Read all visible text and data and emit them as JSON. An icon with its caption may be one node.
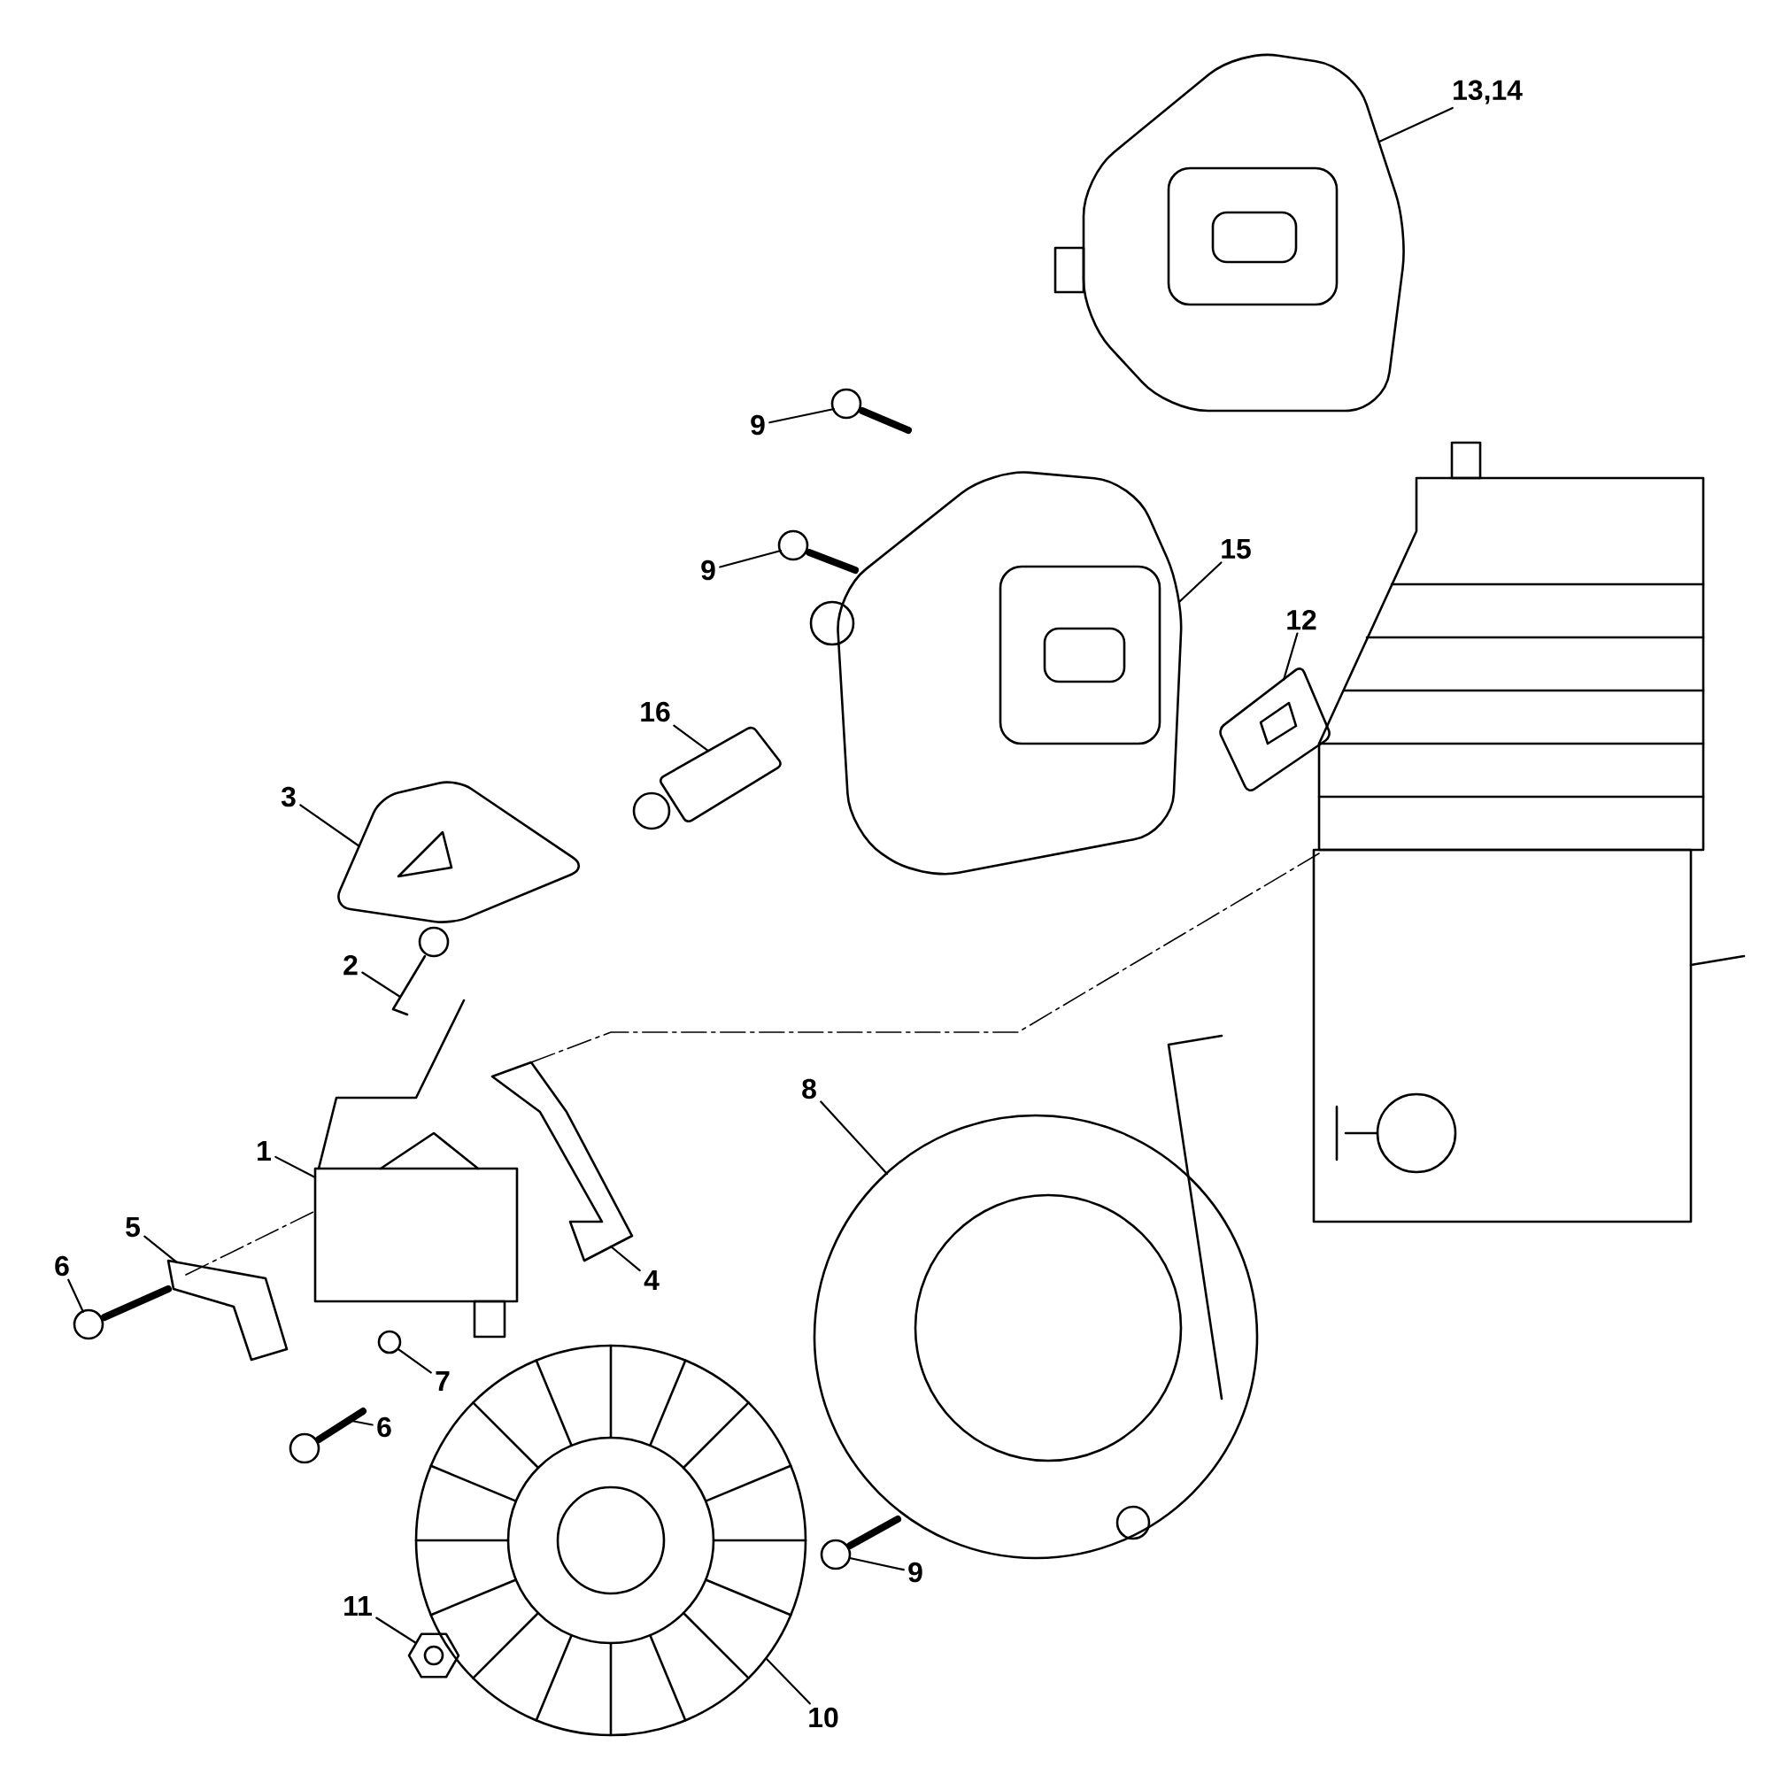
{
  "diagram": {
    "nodes": [
      {
        "text": [
          "13,14"
        ]
      },
      {
        "text": [
          "9"
        ]
      },
      {
        "text": [
          "9"
        ]
      },
      {
        "text": [
          "15"
        ]
      },
      {
        "text": [
          "12"
        ]
      },
      {
        "text": [
          "16"
        ]
      },
      {
        "text": [
          "3"
        ]
      },
      {
        "text": [
          "2"
        ]
      },
      {
        "text": [
          "1"
        ]
      },
      {
        "text": [
          "5"
        ]
      },
      {
        "text": [
          "6"
        ]
      },
      {
        "text": [
          "4"
        ]
      },
      {
        "text": [
          "8"
        ]
      },
      {
        "text": [
          "7"
        ]
      },
      {
        "text": [
          "6"
        ]
      },
      {
        "text": [
          "9"
        ]
      },
      {
        "text": [
          "11"
        ]
      },
      {
        "text": [
          "10"
        ]
      },
      {
        "text": [],
        "shape": "picture"
      },
      {
        "text": [],
        "shape": "picture"
      },
      {
        "text": [],
        "shape": "picture"
      },
      {
        "text": [],
        "shape": "picture"
      },
      {
        "text": [],
        "shape": "picture"
      },
      {
        "text": [],
        "shape": "picture"
      },
      {
        "text": [],
        "shape": "picture"
      },
      {
        "text": [],
        "shape": "picture"
      },
      {
        "text": [],
        "shape": "picture"
      },
      {
        "text": [],
        "shape": "picture"
      },
      {
        "text": [],
        "shape": "picture"
      },
      {
        "text": [],
        "shape": "picture"
      },
      {
        "text": [],
        "shape": "picture"
      },
      {
        "text": [],
        "shape": "circle"
      },
      {
        "text": [],
        "shape": "picture"
      },
      {
        "text": [],
        "shape": "picture"
      },
      {
        "text": [],
        "shape": "picture"
      },
      {
        "text": [],
        "shape": "picture"
      },
      {
        "text": [],
        "shape": "picture"
      }
    ],
    "edges": [
      {
        "from": 0,
        "to": 18,
        "arrow": "none"
      },
      {
        "from": 1,
        "to": 19,
        "arrow": "none"
      },
      {
        "from": 2,
        "to": 20,
        "arrow": "none"
      },
      {
        "from": 3,
        "to": 21,
        "arrow": "none"
      },
      {
        "from": 4,
        "to": 22,
        "arrow": "none"
      },
      {
        "from": 5,
        "to": 23,
        "arrow": "none"
      },
      {
        "from": 6,
        "to": 24,
        "arrow": "none"
      },
      {
        "from": 7,
        "to": 25,
        "arrow": "none"
      },
      {
        "from": 8,
        "to": 26,
        "arrow": "none"
      },
      {
        "from": 9,
        "to": 27,
        "arrow": "none"
      },
      {
        "from": 10,
        "to": 28,
        "arrow": "none"
      },
      {
        "from": 11,
        "to": 29,
        "arrow": "none"
      },
      {
        "from": 12,
        "to": 30,
        "arrow": "none"
      },
      {
        "from": 13,
        "to": 31,
        "arrow": "none"
      },
      {
        "from": 14,
        "to": 32,
        "arrow": "none"
      },
      {
        "from": 15,
        "to": 33,
        "arrow": "none"
      },
      {
        "from": 16,
        "to": 34,
        "arrow": "none"
      },
      {
        "from": 17,
        "to": 35,
        "arrow": "none"
      },
      {
        "from": 29,
        "to": 36,
        "arrow": "none",
        "style": "dashed"
      },
      {
        "from": 27,
        "to": 26,
        "arrow": "none",
        "style": "dashed"
      }
    ]
  }
}
